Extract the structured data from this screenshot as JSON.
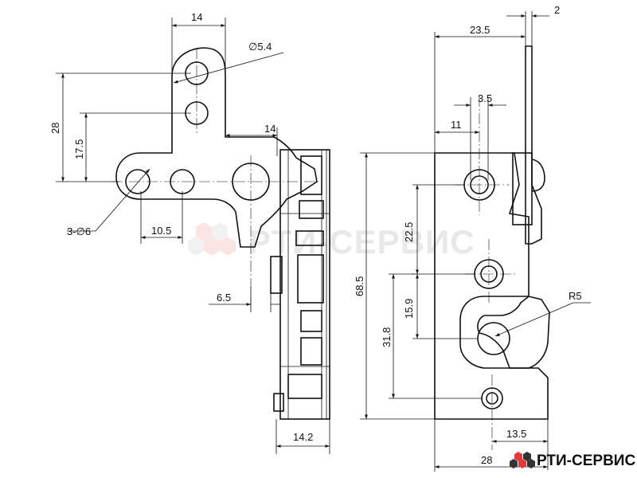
{
  "colors": {
    "line": "#111111",
    "watermark": "#e6e6e6",
    "logo_red": "#e23a3a",
    "logo_dark": "#333333"
  },
  "left_view": {
    "dims": {
      "top_width": "14",
      "hole_dia": "∅5.4",
      "height_28": "28",
      "height_17_5": "17.5",
      "arm_14": "14",
      "holes_3x": "3-∅6",
      "pitch_10_5": "10.5",
      "offset_6_5": "6.5",
      "depth_14_2": "14.2"
    }
  },
  "right_view": {
    "dims": {
      "flange_2": "2",
      "width_23_5": "23.5",
      "hole_3_5": "3.5",
      "offset_11": "11",
      "height_68_5": "68.5",
      "pitch_22_5": "22.5",
      "pitch_15_9": "15.9",
      "pitch_31_8": "31.8",
      "radius_r5": "R5",
      "bottom_13_5": "13.5",
      "width_28": "28"
    }
  },
  "watermark": {
    "text": "РТИ-СЕРВИС"
  },
  "brand": {
    "text": "РТИ-СЕРВИС",
    "logo_icon": "hexagon-cluster-icon"
  }
}
